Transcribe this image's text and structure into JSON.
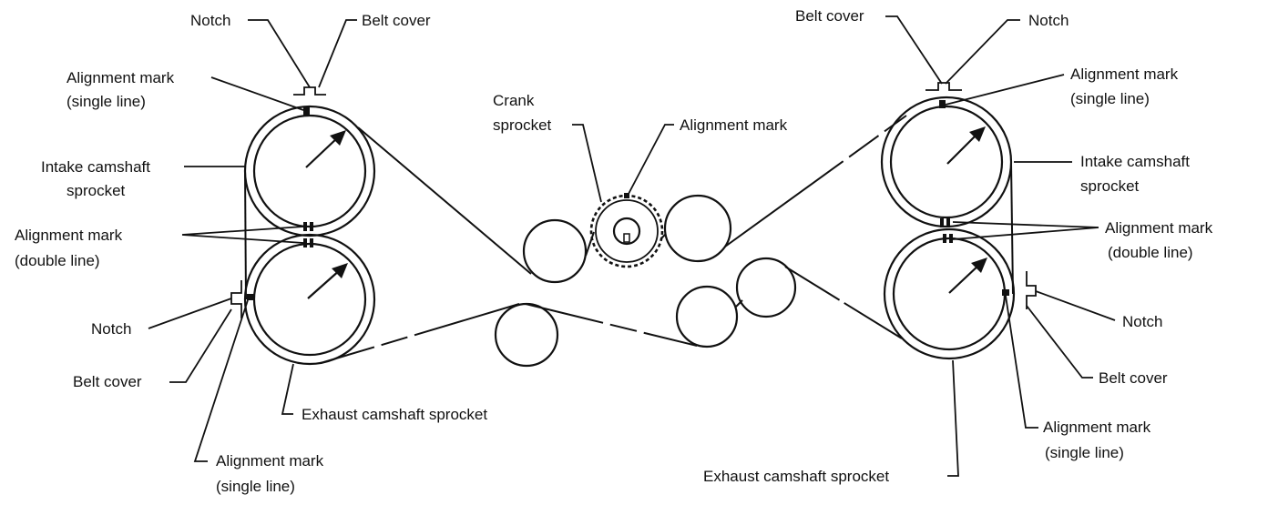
{
  "labels": {
    "notch": "Notch",
    "belt_cover": "Belt cover",
    "alignment_mark": "Alignment mark",
    "single_line": "(single line)",
    "double_line": "(double line)",
    "intake_camshaft": "Intake camshaft",
    "sprocket": "sprocket",
    "crank": "Crank",
    "exhaust_camshaft_sprocket": "Exhaust camshaft sprocket"
  },
  "colors": {
    "ink": "#111111",
    "background": "#ffffff"
  }
}
